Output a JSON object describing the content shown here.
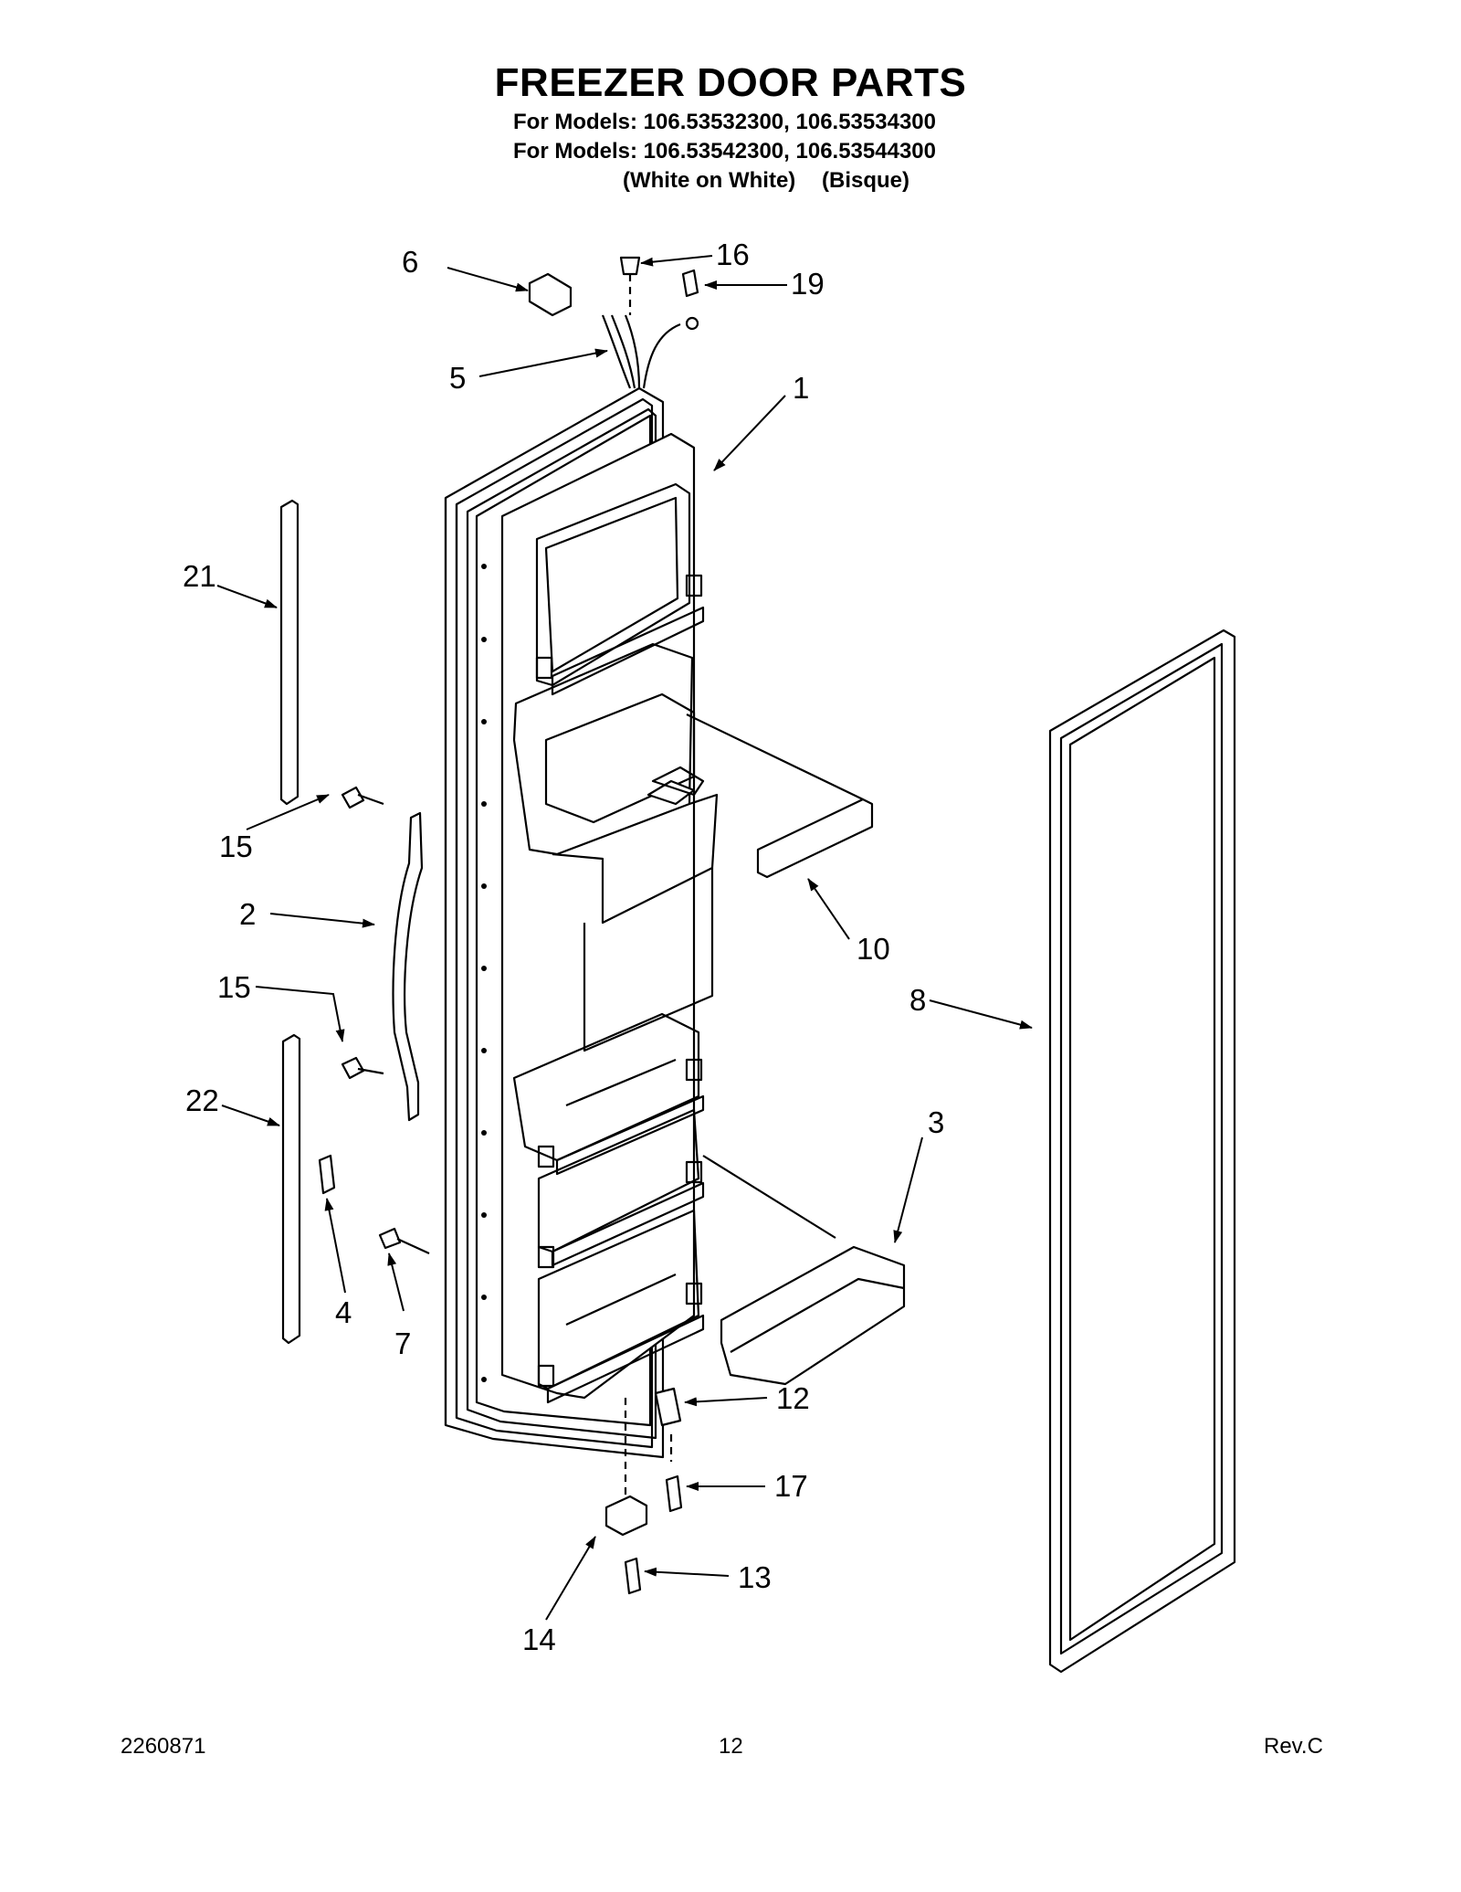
{
  "header": {
    "title": "FREEZER DOOR PARTS",
    "model_line_1": "For Models: 106.53532300, 106.53534300",
    "model_line_2": "For Models: 106.53542300, 106.53544300",
    "color_white": "(White on White)",
    "color_bisque": "(Bisque)"
  },
  "callouts": {
    "c1": "1",
    "c2": "2",
    "c3": "3",
    "c4": "4",
    "c5": "5",
    "c6": "6",
    "c7": "7",
    "c8": "8",
    "c10": "10",
    "c12": "12",
    "c13": "13",
    "c14": "14",
    "c15a": "15",
    "c15b": "15",
    "c16": "16",
    "c17": "17",
    "c19": "19",
    "c21": "21",
    "c22": "22"
  },
  "footer": {
    "doc_number": "2260871",
    "page_number": "12",
    "revision": "Rev.C"
  }
}
